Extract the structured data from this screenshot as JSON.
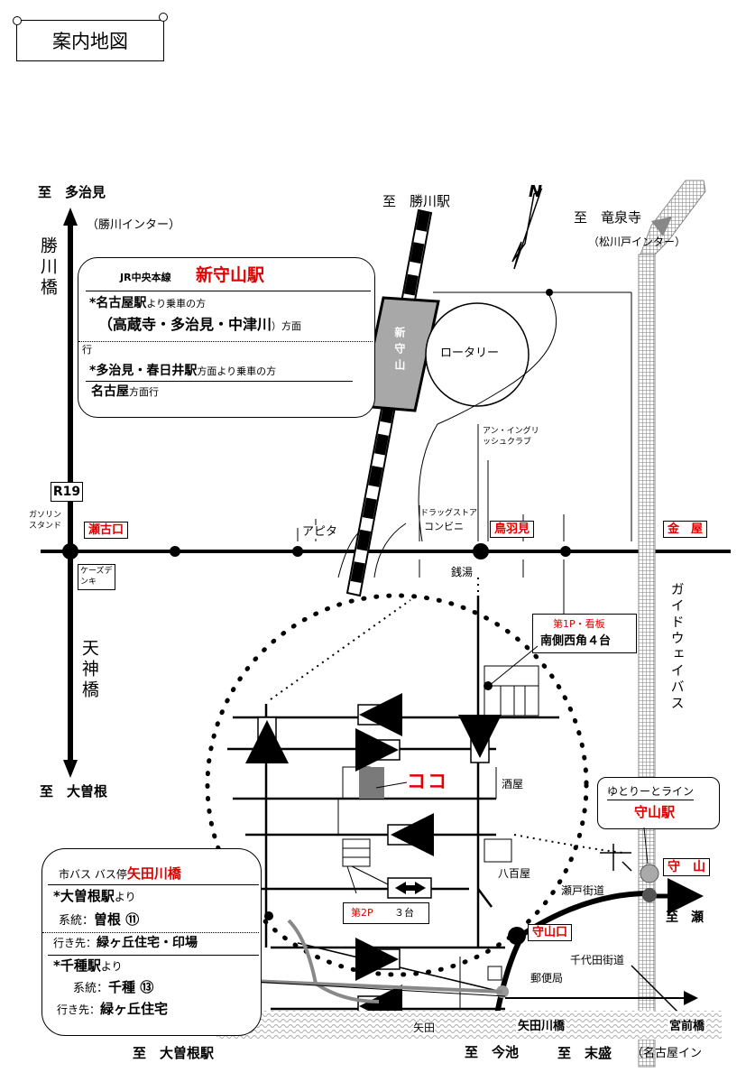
{
  "title": "案内地図",
  "directions": {
    "tajimi": "至　多治見",
    "kachigawa_ic": "（勝川インター）",
    "kachigawa_station": "至　勝川駅",
    "ryusenji": "至　竜泉寺",
    "matsukawado_ic": "（松川戸インター）",
    "ozone": "至　大曽根",
    "ozone_station": "至　大曽根駅",
    "imaike": "至　今池",
    "suemori": "至　末盛",
    "nagoya_ic": "（名古屋イン",
    "se": "至　瀬"
  },
  "roads": {
    "kachigawa_bashi": "勝川橋",
    "tenjin_bashi": "天神橋",
    "r19": "R19",
    "guideway_bus": "ガイドウェイバス",
    "seto_kaido": "瀬戸街道",
    "chiyoda_kaido": "千代田街道"
  },
  "station_box": {
    "line": "JR中央本線",
    "name": "新守山駅",
    "from_nagoya_station": "*名古屋駅",
    "from_nagoya_suffix": "より乗車の方",
    "dest_stations": "（高蔵寺・多治見・中津川",
    "dest_suffix1": "）方面",
    "dest_suffix2": "行",
    "from_tajimi": "*多治見・春日井駅",
    "from_tajimi_suffix": "方面より乗車の方",
    "dest_nagoya": "名古屋",
    "dest_nagoya_suffix": "方面行"
  },
  "landmarks": {
    "shinmoriyama_platform": "新守山",
    "rotary": "ロータリー",
    "aeon_english": "アン・イングリッシュクラブ",
    "gas_station": "ガソリンスタンド",
    "apita": "アピタ",
    "drugstore": "ドラッグストア",
    "conveni": "コンビニ",
    "sento": "銭湯",
    "ks_denki": "ケーズデンキ",
    "sakaya": "酒屋",
    "yaoya": "八百屋",
    "post_office": "郵便局",
    "yada": "矢田",
    "yadagawa_bashi": "矢田川橋",
    "miyamae_bashi": "宮前橋",
    "koko": "ココ"
  },
  "intersections": {
    "segoguchi": "瀬古口",
    "tobami": "鳥羽見",
    "kanaya": "金　屋",
    "moriyama": "守　山",
    "moriyamaguchi": "守山口"
  },
  "parking": {
    "p1_label": "第1P・看板",
    "p1_desc": "南側西角４台",
    "p2_label": "第2P",
    "p2_desc": "３台"
  },
  "yutorito": {
    "line": "ゆとりーとライン",
    "station": "守山駅"
  },
  "bus_box": {
    "header_prefix": "市バス バス停",
    "stop_name": "矢田川橋",
    "from_ozone": "*大曽根駅",
    "from_ozone_suffix": "より",
    "route1_label": "系統：",
    "route1": "曽根 ⑪",
    "dest1_label": "行き先：",
    "dest1": "緑ヶ丘住宅・印場",
    "from_chikusa": "*千種駅",
    "from_chikusa_suffix": "より",
    "route2_label": "系統：",
    "route2": "千種 ⑬",
    "dest2_label": "行き先：",
    "dest2": "緑ヶ丘住宅"
  },
  "north": "N",
  "colors": {
    "accent_red": "#e00000",
    "platform_gray": "#a8a8a8",
    "road_black": "#000000"
  }
}
